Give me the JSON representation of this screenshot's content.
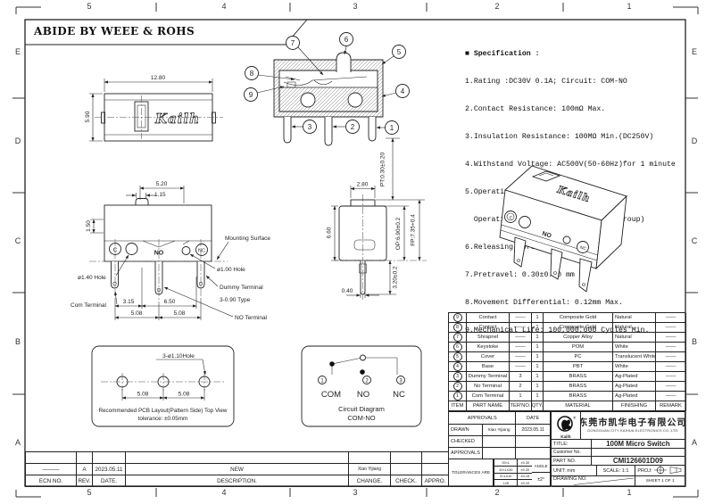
{
  "sheet": {
    "compliance": "ABIDE BY WEEE & ROHS",
    "zones_h": [
      "5",
      "4",
      "3",
      "2",
      "1"
    ],
    "zones_v": [
      "E",
      "D",
      "C",
      "B",
      "A"
    ]
  },
  "spec": {
    "title": "■ Specification :",
    "lines": [
      "1.Rating :DC30V 0.1A; Circuit: COM-NO",
      "2.Contact Resistance: 100mΩ Max.",
      "3.Insulation Resistance: 100MΩ Min.(DC250V)",
      "4.Withstand Voltage: AC500V(50-60Hz)for 1 minute",
      "5.Operation Force: 60±10gf",
      "  Operation Force Binning (5gf per group)",
      "6.Releasing Force: 25gf Min.",
      "7.Pretravel: 0.30±0.20 mm",
      "8.Movement Differential: 0.12mm Max.",
      "9.Mechanical Life: 100,000,000 Cycles Min."
    ]
  },
  "views": {
    "top": {
      "w": "12.80",
      "h": "5.90",
      "logo": "Kailh"
    },
    "section": {
      "b1": "1",
      "b2": "2",
      "b3": "3",
      "b4": "4",
      "b5": "5",
      "b6": "6",
      "b7": "7",
      "b8": "8",
      "b9": "9"
    },
    "front": {
      "d520": "5.20",
      "d115": "1.15",
      "d150": "1.50",
      "d315": "3.15",
      "d650": "6.50",
      "d508a": "5.08",
      "d508b": "5.08",
      "mounting": "Mounting Surface",
      "hole100": "ø1.00 Hole",
      "hole140": "ø1.40 Hole",
      "dummy": "Dummy Terminal",
      "type090": "3-0.90 Type",
      "comterm": "Com Terminal",
      "noterm": "NO Terminal",
      "c": "C",
      "no": "NO",
      "nc": "NC"
    },
    "side": {
      "d280": "2.80",
      "d660": "6.60",
      "d040": "0.40",
      "d320": "3.20±0.2",
      "pt": "PT:0.30±0.20",
      "op": "OP:6.90±0.2",
      "fp": "FP:7.35+0.4"
    },
    "iso": {
      "logo": "Kailh",
      "c": "C",
      "no": "NO",
      "nc": "NC"
    },
    "pcb": {
      "hole": "3-ø1.10Hole",
      "d1": "5.08",
      "d2": "5.08",
      "cap1": "Recommended PCB Layout(Pattern Side) Top View",
      "cap2": "tolerance: ±0.05mm"
    },
    "circuit": {
      "p1": "1",
      "p2": "2",
      "p3": "3",
      "com": "COM",
      "no": "NO",
      "nc": "NC",
      "cap1": "Circuit Diagram",
      "cap2": "COM-NO"
    }
  },
  "bom": {
    "headers": [
      "ITEM",
      "PART NAME",
      "TER'NO.",
      "QTY.",
      "MATERIAL",
      "FINISHING",
      "REMARK"
    ],
    "rows": [
      {
        "item": "9",
        "part": "Contact",
        "ter": "——",
        "qty": "1",
        "mat": "Composite Gold",
        "fin": "Natural",
        "rem": "——"
      },
      {
        "item": "8",
        "part": "Contact",
        "ter": "——",
        "qty": "1",
        "mat": "Composite Gold",
        "fin": "Natural",
        "rem": "——"
      },
      {
        "item": "7",
        "part": "Shrapnel",
        "ter": "——",
        "qty": "1",
        "mat": "Copper Alloy",
        "fin": "Natural",
        "rem": "——"
      },
      {
        "item": "6",
        "part": "Keystoke",
        "ter": "——",
        "qty": "1",
        "mat": "POM",
        "fin": "White",
        "rem": "——"
      },
      {
        "item": "5",
        "part": "Cover",
        "ter": "——",
        "qty": "1",
        "mat": "PC",
        "fin": "Translucent White",
        "rem": "——"
      },
      {
        "item": "4",
        "part": "Base",
        "ter": "——",
        "qty": "1",
        "mat": "PBT",
        "fin": "White",
        "rem": "——"
      },
      {
        "item": "3",
        "part": "Dummy Terminal",
        "ter": "3",
        "qty": "1",
        "mat": "BRASS",
        "fin": "Ag-Plated",
        "rem": "——"
      },
      {
        "item": "2",
        "part": "No Terminal",
        "ter": "2",
        "qty": "1",
        "mat": "BRASS",
        "fin": "Ag-Plated",
        "rem": "——"
      },
      {
        "item": "1",
        "part": "Com Terminal",
        "ter": "1",
        "qty": "1",
        "mat": "BRASS",
        "fin": "Ag-Plated",
        "rem": "——"
      }
    ]
  },
  "titleblock": {
    "approvals_h": "APPROVALS",
    "date_h": "DATE",
    "drawn_label": "DRAWN",
    "drawn_name": "Xiao Yijiang",
    "drawn_date": "2023.05.11",
    "checked_label": "CHECKED",
    "approvals_label": "APPROVALS",
    "tol_label": "TOLERANCES ARE",
    "tol_rows": [
      {
        "range": "30<L",
        "val": "±0.30"
      },
      {
        "range": "10<L≤30",
        "val": "±0.20"
      },
      {
        "range": "5<L≤10",
        "val": "±0.15"
      },
      {
        "range": "L≤5",
        "val": "±0.10"
      }
    ],
    "angle_label": "ANGLE",
    "angle_val": "±2°",
    "brand": "Kailh",
    "reg": "®",
    "company_cn": "东莞市凯华电子有限公司",
    "company_en": "DONGGUAN CITY KAIHUA ELECTRONICS CO.,LTD",
    "title_label": "TITLE:",
    "title": "100M  Micro Switch",
    "customer_label": "Customer No.",
    "part_label": "PART NO.",
    "part_no": "CMI126601D09",
    "unit": "UNIT: mm",
    "scale": "SCALE: 1:1",
    "proj": "PROJ:",
    "drawing_label": "DRAWING NO.",
    "sheet_label": "SHEET  1 OF 1"
  },
  "revision": {
    "headers": [
      "ECN NO.",
      "REV.",
      "DATE.",
      "DESCRIPTION.",
      "CHANGE.",
      "CHECK.",
      "APPRO."
    ],
    "row": {
      "ecn": "———",
      "rev": "A",
      "date": "2023.05.11",
      "desc": "NEW",
      "change": "Xiao Yijiang",
      "check": "",
      "appro": ""
    }
  }
}
